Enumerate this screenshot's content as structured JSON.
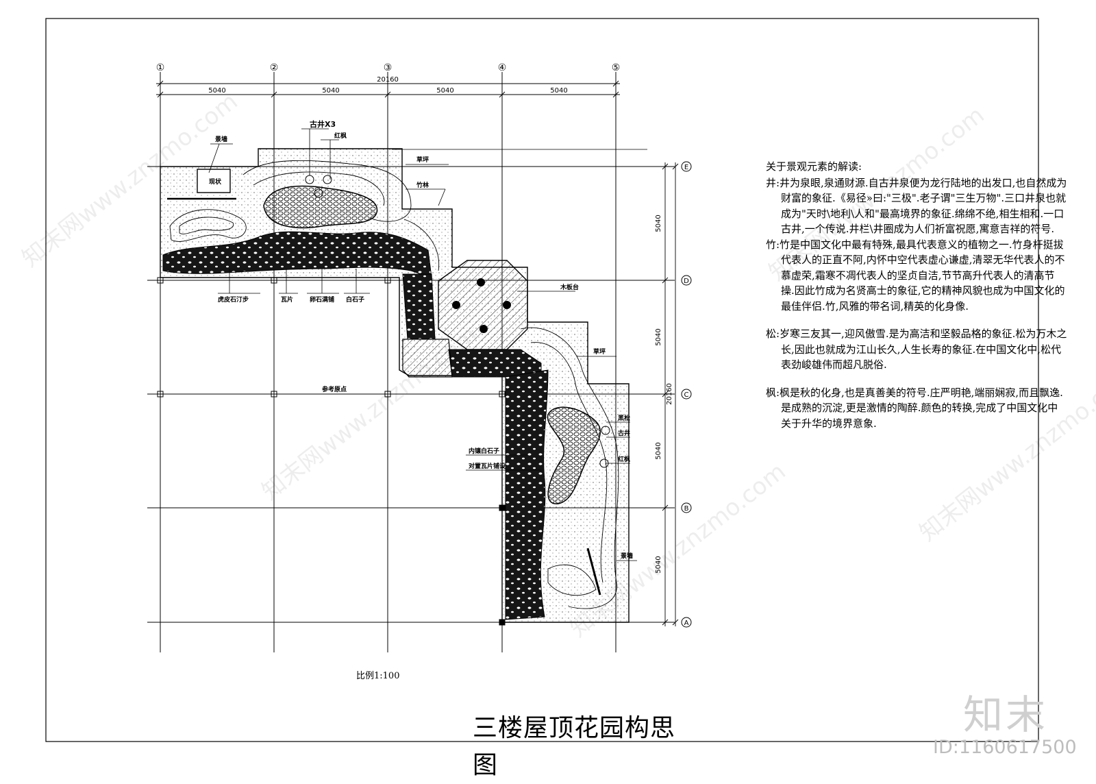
{
  "drawing": {
    "axes_columns": [
      "①",
      "②",
      "③",
      "④",
      "⑤"
    ],
    "axes_rows": [
      "E",
      "D",
      "C",
      "B",
      "A"
    ],
    "total_dim_top": "20160",
    "total_dim_right": "20160",
    "span_dims_top": [
      "5040",
      "5040",
      "5040",
      "5040"
    ],
    "span_dims_right": [
      "5040",
      "5040",
      "5040",
      "5040"
    ],
    "labels": {
      "jingqiang_1": "景墙",
      "xianzhuang": "现状",
      "gujing_x3": "古井X3",
      "hongfeng_1": "红枫",
      "caoping_1": "草坪",
      "zhulin": "竹林",
      "mubantai": "木板台",
      "caoping_2": "草坪",
      "hupi": "虎皮石汀步",
      "wapian": "瓦片",
      "suishi": "卵石满铺",
      "baishizi": "白石子",
      "cankao": "参考原点",
      "neirang": "内镶白石子",
      "duizhi": "对置瓦片铺设",
      "heisong": "黑松",
      "gujing": "古井",
      "hongfeng_2": "红枫",
      "jingqiang_2": "景墙"
    },
    "scale": "比例1:100",
    "title": "三楼屋顶花园构思图"
  },
  "notes": {
    "heading": "关于景观元素的解读:",
    "jing": "井:井为泉眼,泉通财源.自古井泉便为龙行陆地的出发口,也自然成为财富的象征.《易径»曰:\"三极\".老子谓\"三生万物\".三口井泉也就成为\"天时\\地利\\人和\"最高境界的象征.绵绵不绝,相生相和.一口古井,一个传说.井栏\\井圈成为人们祈富祝愿,寓意吉祥的符号.",
    "zhu": "竹:竹是中国文化中最有特殊,最具代表意义的植物之一.竹身杆挺拔代表人的正直不阿,内怀中空代表虚心谦虚,清翠无华代表人的不慕虚荣,霜寒不凋代表人的坚贞自洁,节节高升代表人的清高节操.因此竹成为名贤高士的象征,它的精神风貌也成为中国文化的最佳伴侣.竹,风雅的带名词,精英的化身像.",
    "song": "松:岁寒三友其一,迎风傲雪.是为高洁和坚毅品格的象征.松为万木之长,因此也就成为江山长久,人生长寿的象征.在中国文化中,松代表劲峻雄伟而超凡脱俗.",
    "feng": "枫:枫是秋的化身,也是真善美的符号.庄严明艳,端丽娴寂,而且飘逸.是成熟的沉淀,更是激情的陶醉.颜色的转换,完成了中国文化中关于升华的境界意象."
  },
  "brand": "知末",
  "image_id": "ID:1160617500",
  "watermark": "知末网www.znzmo.com"
}
